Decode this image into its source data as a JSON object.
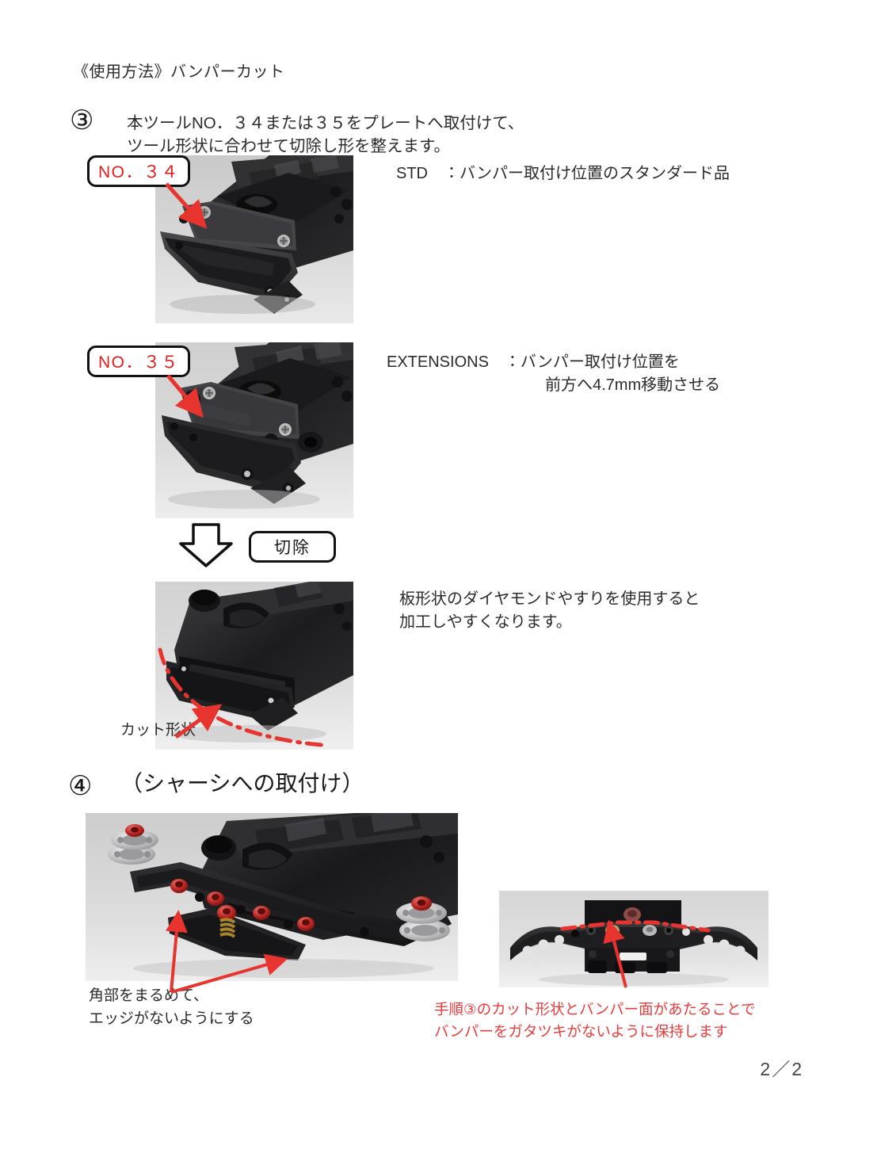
{
  "document": {
    "title": "《使用方法》バンパーカット",
    "page_number": "2／2"
  },
  "steps": [
    {
      "marker": "③",
      "text": "本ツールNO．３４または３５をプレートへ取付けて、\nツール形状に合わせて切除し形を整えます。"
    },
    {
      "marker": "④",
      "text": "（シャーシへの取付け）"
    }
  ],
  "labels": {
    "tool_34": "NO．３４",
    "tool_35": "NO．３５",
    "cut_off": "切除"
  },
  "notes": {
    "std": "STD　：バンパー取付け位置のスタンダード品",
    "extensions": "EXTENSIONS　：バンパー取付け位置を\n　　　　　　　　　　前方へ4.7mm移動させる",
    "file_tip": "板形状のダイヤモンドやすりを使用すると\n加工しやすくなります。"
  },
  "captions": {
    "cut_shape": "カット形状",
    "round_corners": "角部をまるめて、\nエッジがないようにする",
    "bumper_hold": "手順③のカット形状とバンパー面があたることで\nバンパーをガタツキがないように保持します"
  },
  "colors": {
    "annotation_red": "#e8342e",
    "label_red": "#e01b1b",
    "caption_red": "#ea3b3b",
    "text_black": "#2b2b2b"
  },
  "photos": [
    {
      "name": "chassis-with-no34-tool",
      "alt": "NO.34ツールを取付けたシャーシ前部の写真"
    },
    {
      "name": "chassis-with-no35-tool",
      "alt": "NO.35ツールを取付けたシャーシ前部の写真"
    },
    {
      "name": "chassis-after-cut",
      "alt": "切除後のカット形状を示すシャーシ写真"
    },
    {
      "name": "chassis-assembled-front",
      "alt": "シャーシへバンパープレートを取付けた写真"
    },
    {
      "name": "bumper-front-view",
      "alt": "バンパー正面からの取付け状態写真"
    }
  ]
}
